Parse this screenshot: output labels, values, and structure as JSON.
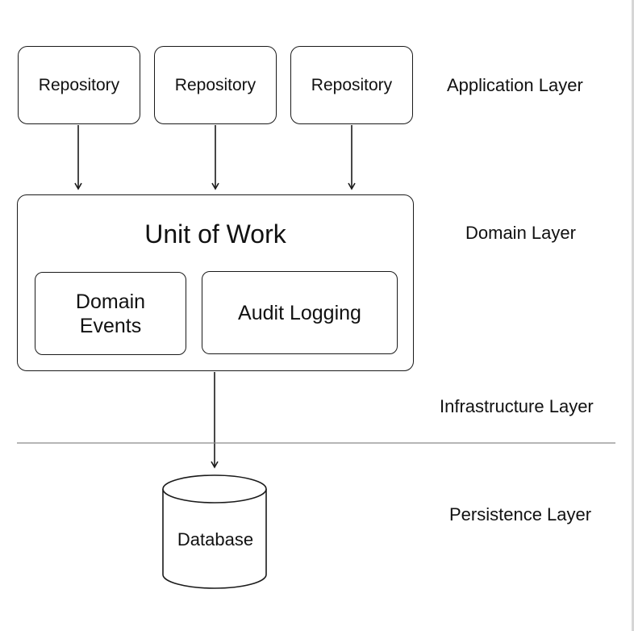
{
  "repositories": [
    {
      "label": "Repository"
    },
    {
      "label": "Repository"
    },
    {
      "label": "Repository"
    }
  ],
  "unit_of_work": {
    "title": "Unit of Work",
    "components": {
      "domain_events": {
        "line1": "Domain",
        "line2": "Events"
      },
      "audit_logging": "Audit Logging"
    }
  },
  "database": {
    "label": "Database"
  },
  "layers": {
    "application": "Application Layer",
    "domain": "Domain Layer",
    "infrastructure": "Infrastructure Layer",
    "persistence": "Persistence Layer"
  }
}
